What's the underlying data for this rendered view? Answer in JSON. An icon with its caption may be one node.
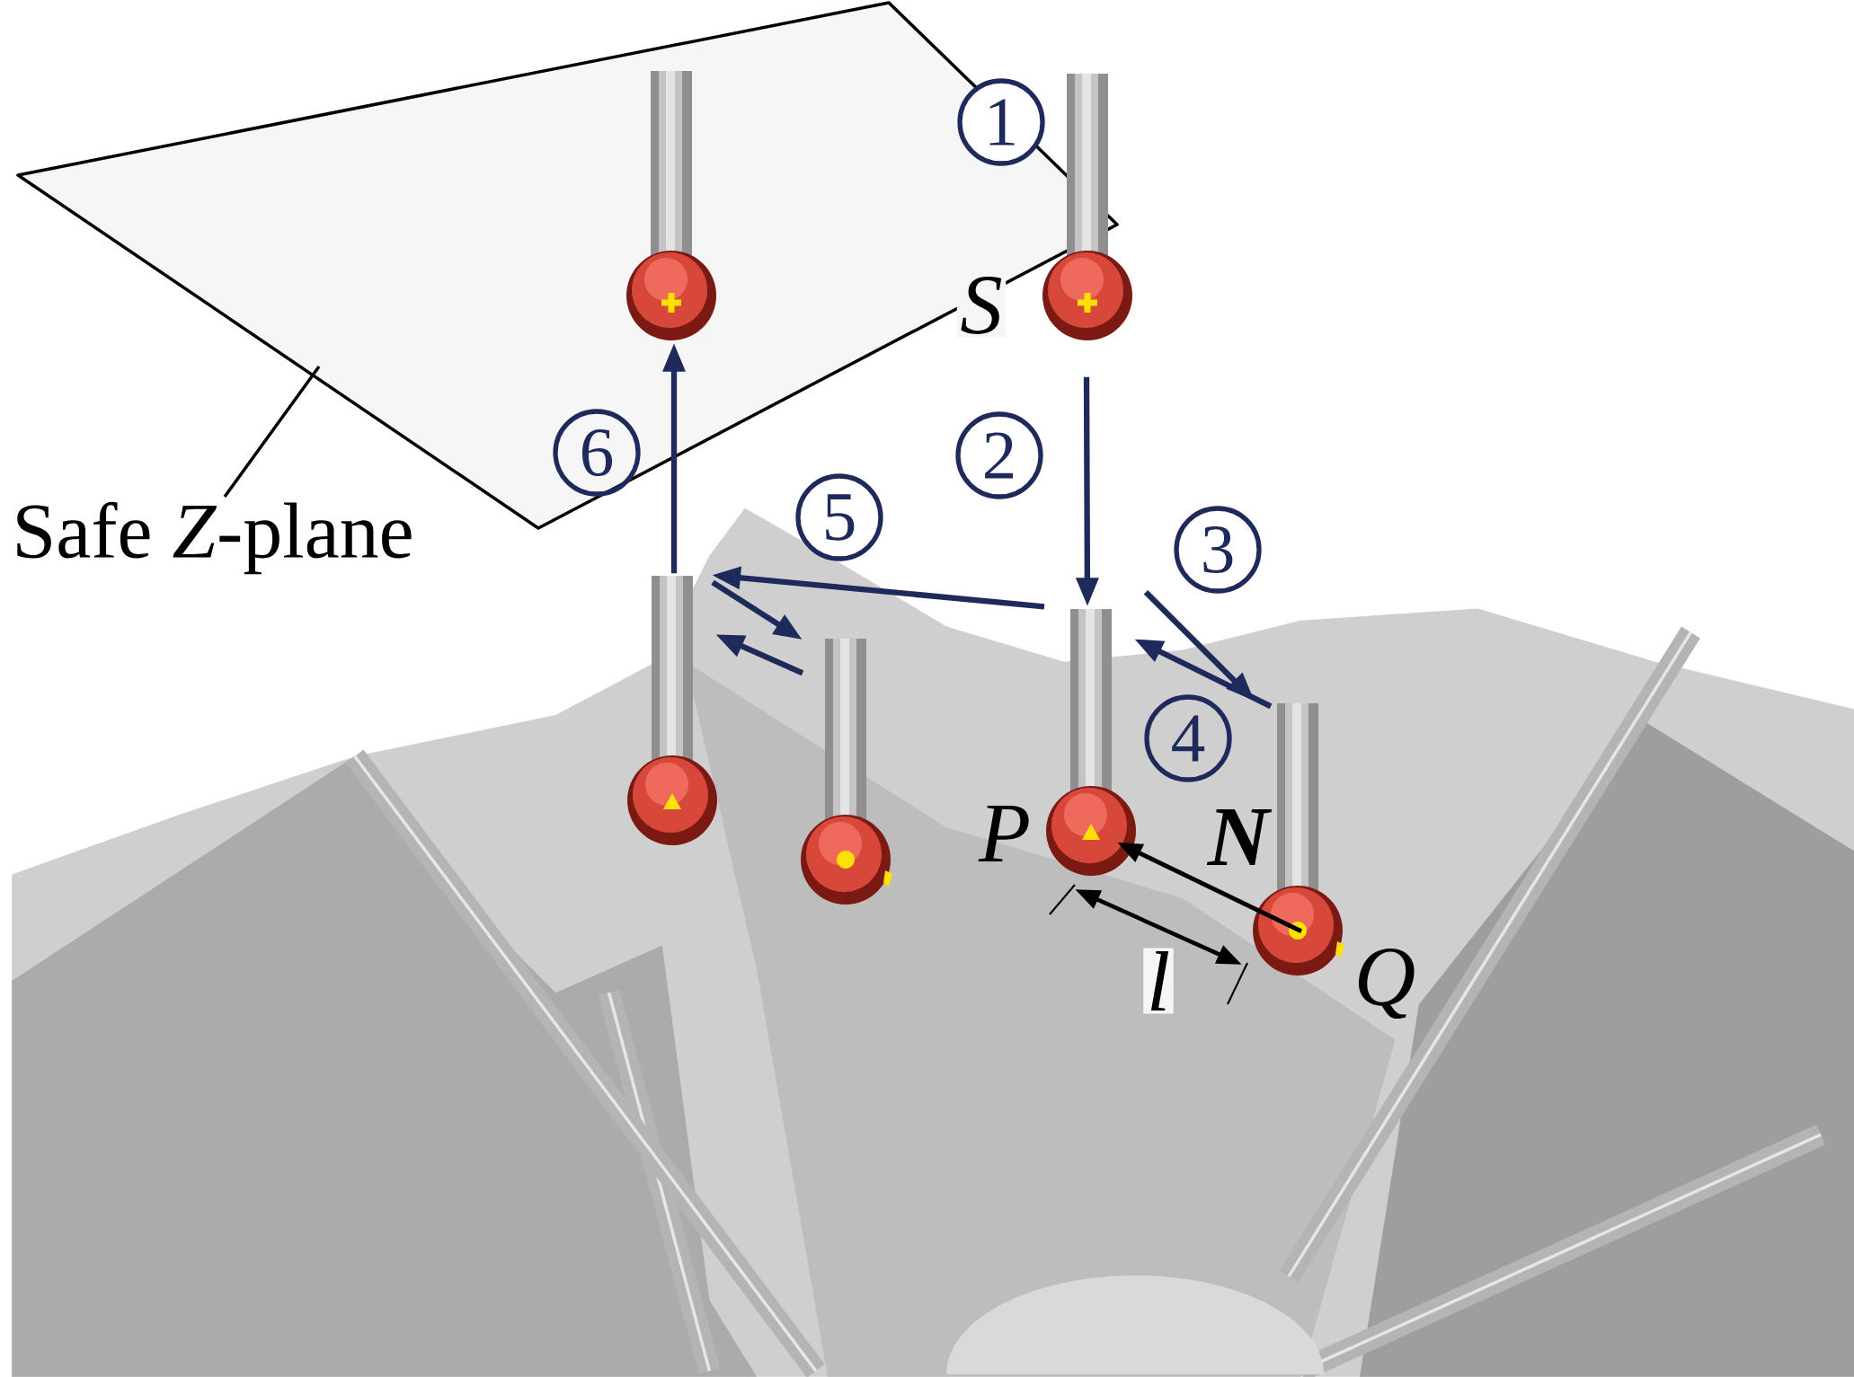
{
  "diagram": {
    "nodes": [
      {
        "text": [],
        "shape": "plane"
      },
      {
        "text": [],
        "shape": "picture",
        "in": 0
      },
      {
        "text": [],
        "shape": "picture"
      },
      {
        "text": [
          "Safe *Z*-plane"
        ]
      },
      {
        "text": [],
        "shape": "picture"
      },
      {
        "text": [],
        "shape": "picture"
      },
      {
        "text": [],
        "shape": "picture",
        "beside": [
          "P"
        ]
      },
      {
        "text": [],
        "shape": "picture",
        "beside": [
          "Q"
        ]
      }
    ],
    "edges": [
      {
        "from": 2,
        "to": 6,
        "arrow": "to",
        "label": "2"
      },
      {
        "from": 6,
        "to": 7,
        "arrow": "to",
        "label": "3"
      },
      {
        "from": 7,
        "to": 6,
        "arrow": "to",
        "label": "4"
      },
      {
        "from": 6,
        "to": 4,
        "arrow": "to",
        "label": "5"
      },
      {
        "from": 4,
        "to": 5,
        "arrow": "to"
      },
      {
        "from": 5,
        "to": 4,
        "arrow": "to"
      },
      {
        "from": 4,
        "to": 1,
        "arrow": "to",
        "label": "6"
      },
      {
        "from": 7,
        "to": 6,
        "arrow": "to",
        "label": "N",
        "color": "#000000"
      },
      {
        "from": 3,
        "to": 0,
        "arrow": "none",
        "color": "#000000"
      }
    ],
    "labels": [
      "1",
      "S",
      "l"
    ]
  }
}
